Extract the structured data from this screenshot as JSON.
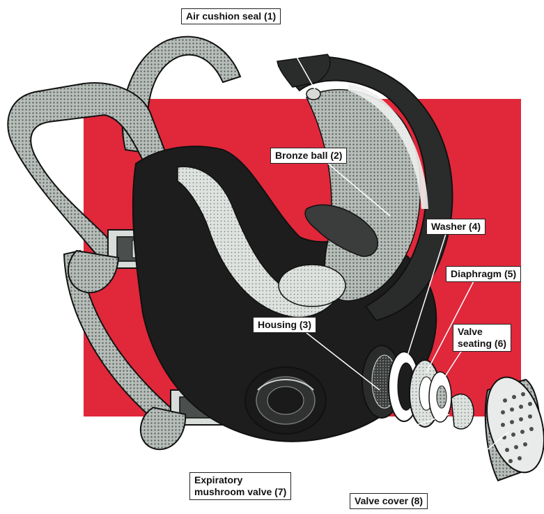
{
  "colors": {
    "red_panel": "#e0283a",
    "mask_dark": "#1d1d1d",
    "strap_grey": "#8e9690",
    "halftone_light": "#c9cfcb",
    "lens_grey": "#6f7773",
    "outline": "#111111"
  },
  "labels": {
    "air_cushion_seal": "Air cushion seal (1)",
    "bronze_ball": "Bronze ball (2)",
    "housing": "Housing (3)",
    "washer": "Washer (4)",
    "diaphragm": "Diaphragm (5)",
    "valve_seating_line1": "Valve",
    "valve_seating_line2": "seating (6)",
    "expiratory_line1": "Expiratory",
    "expiratory_line2": "mushroom valve (7)",
    "valve_cover": "Valve cover (8)"
  }
}
